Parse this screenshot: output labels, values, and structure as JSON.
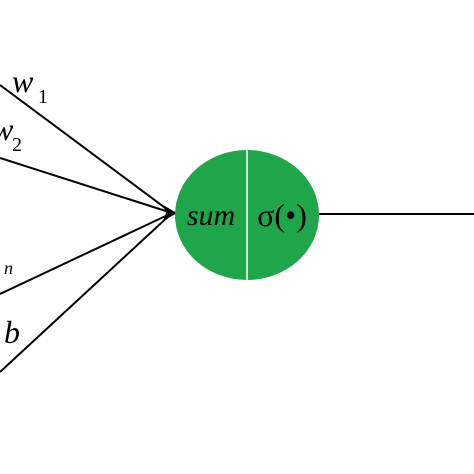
{
  "inputs": {
    "w1": {
      "symbol": "w",
      "subscript": "1"
    },
    "w2": {
      "symbol": "w",
      "subscript": "2"
    },
    "wn": {
      "subscript": "n"
    },
    "bias": {
      "symbol": "b"
    }
  },
  "neuron": {
    "sum_label": "sum",
    "activation_label": "σ(•)",
    "fill_color": "#1fa64a",
    "divider_color": "#ffffff"
  }
}
